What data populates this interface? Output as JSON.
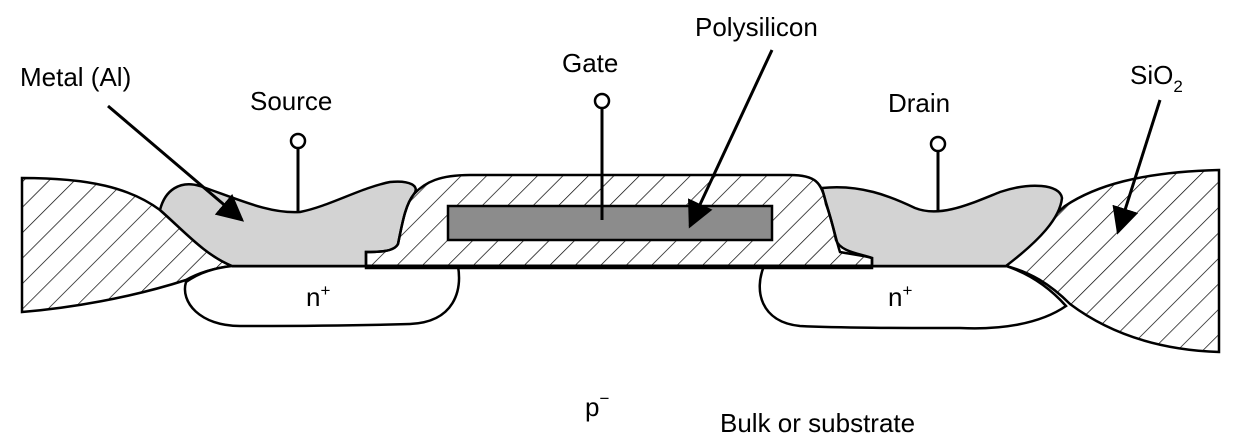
{
  "labels": {
    "metal": "Metal (Al)",
    "source": "Source",
    "gate": "Gate",
    "polysilicon": "Polysilicon",
    "drain": "Drain",
    "sio2_main": "SiO",
    "sio2_sub": "2",
    "n_plus_left_main": "n",
    "n_plus_left_sup": "+",
    "n_plus_right_main": "n",
    "n_plus_right_sup": "+",
    "p_minus_main": "p",
    "p_minus_sup": "−",
    "bulk": "Bulk or substrate"
  },
  "colors": {
    "metal_fill": "#d3d3d3",
    "polysilicon_fill": "#8c8c8c",
    "oxide_hatch": "#000000",
    "background": "#ffffff"
  }
}
